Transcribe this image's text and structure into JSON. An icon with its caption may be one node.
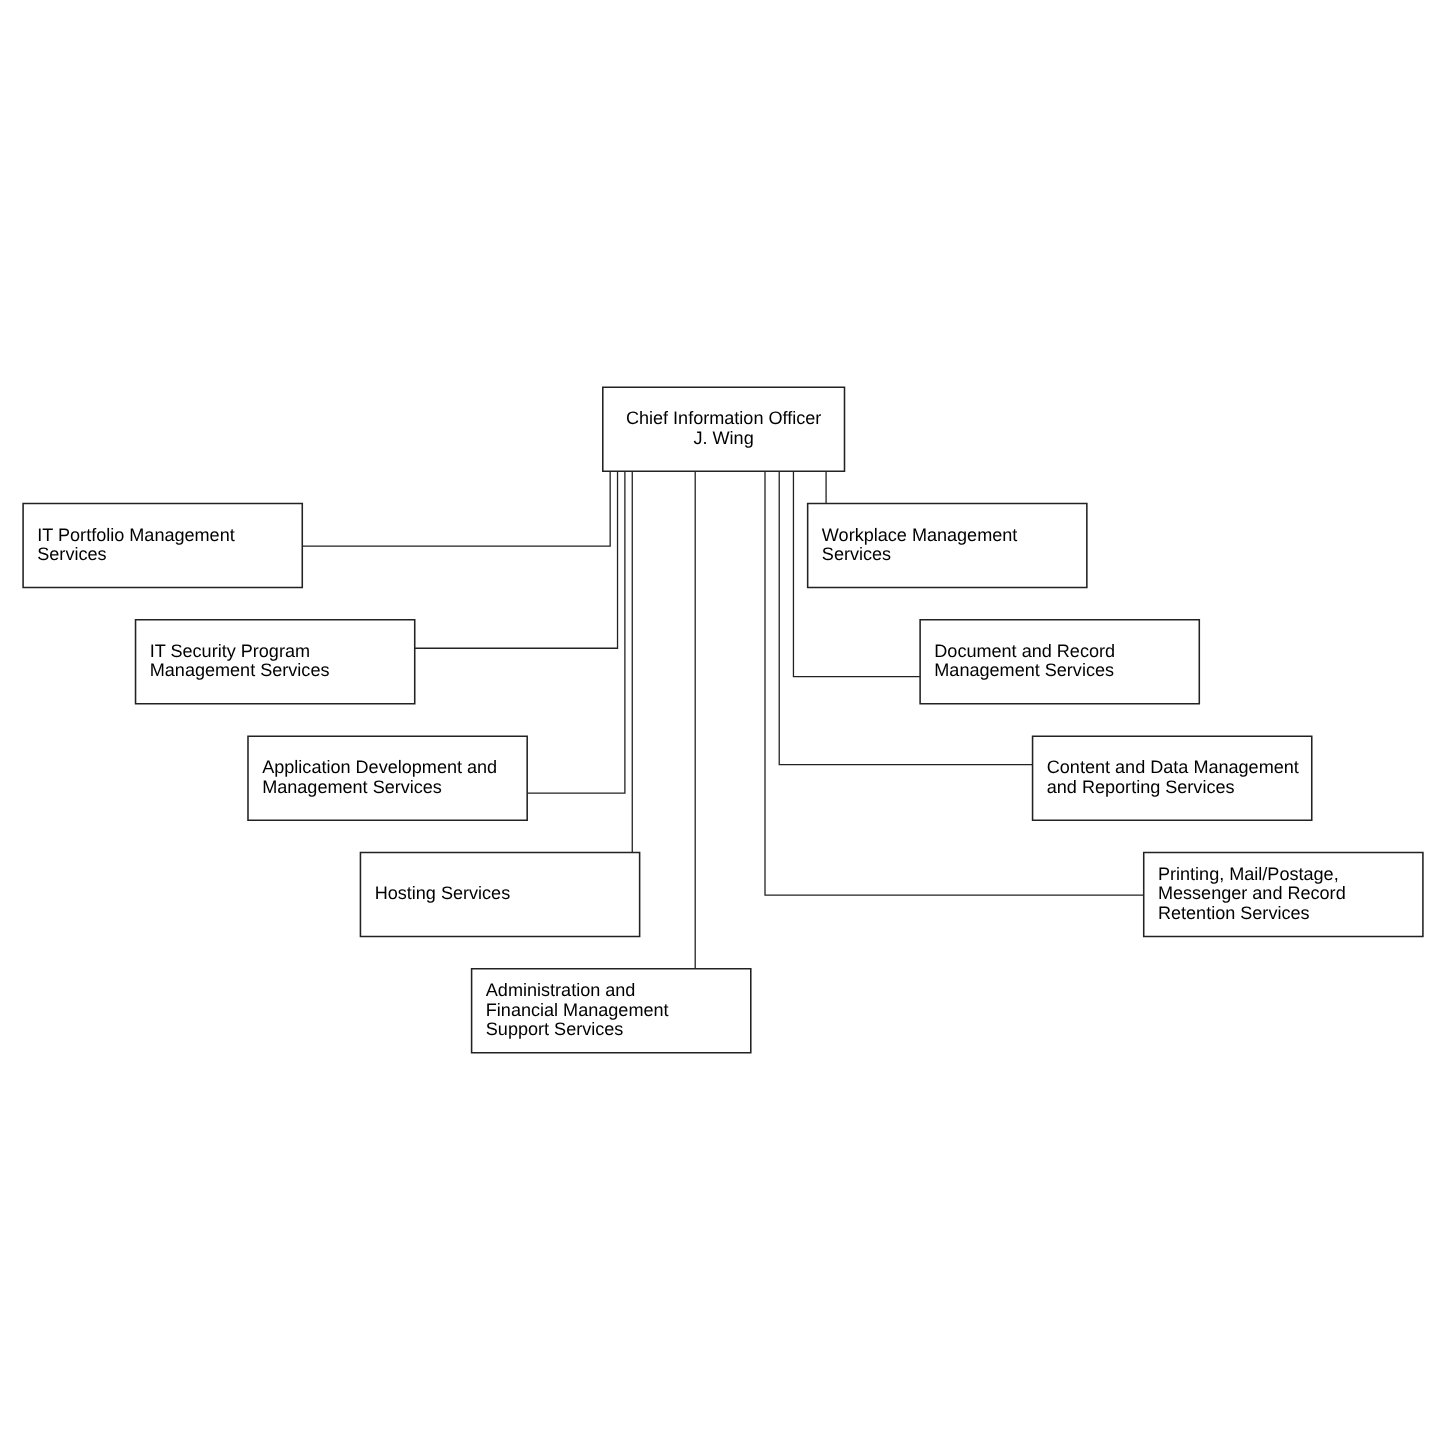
{
  "diagram": {
    "nodes": [
      {
        "text": [
          "Chief Information Officer J. Wing"
        ]
      },
      {
        "text": [
          "IT Portfolio Management Services"
        ]
      },
      {
        "text": [
          "IT Security Program Management Services"
        ]
      },
      {
        "text": [
          "Application Development and Management Services"
        ]
      },
      {
        "text": [
          "Hosting Services"
        ]
      },
      {
        "text": [
          "Administration and Financial Management Support Services"
        ]
      },
      {
        "text": [
          "Workplace Management Services"
        ]
      },
      {
        "text": [
          "Document and Record Management Services"
        ]
      },
      {
        "text": [
          "Content and Data Management and Reporting Services"
        ]
      },
      {
        "text": [
          "Printing, Mail/Postage, Messenger and Record Retention Services"
        ]
      }
    ],
    "edges": [
      {
        "from": 0,
        "to": 1,
        "arrow": "none"
      },
      {
        "from": 0,
        "to": 2,
        "arrow": "none"
      },
      {
        "from": 0,
        "to": 3,
        "arrow": "none"
      },
      {
        "from": 0,
        "to": 4,
        "arrow": "none"
      },
      {
        "from": 0,
        "to": 5,
        "arrow": "none"
      },
      {
        "from": 0,
        "to": 6,
        "arrow": "none"
      },
      {
        "from": 0,
        "to": 7,
        "arrow": "none"
      },
      {
        "from": 0,
        "to": 8,
        "arrow": "none"
      },
      {
        "from": 0,
        "to": 9,
        "arrow": "none"
      }
    ]
  }
}
